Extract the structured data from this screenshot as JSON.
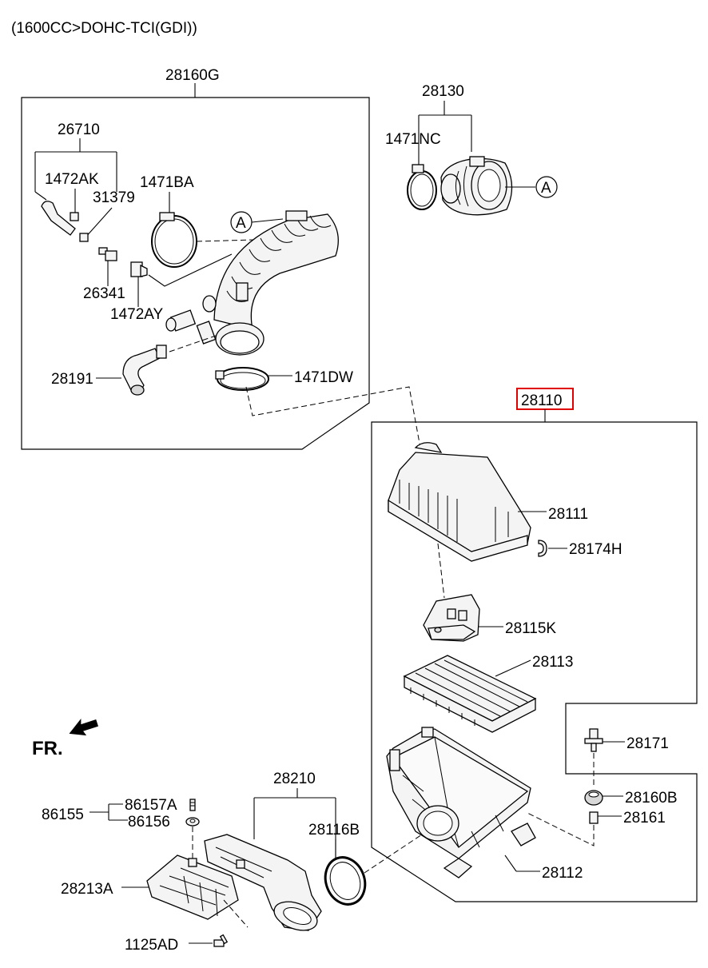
{
  "header": {
    "engine_spec": "(1600CC>DOHC-TCI(GDI))"
  },
  "orientation": {
    "front_label": "FR.",
    "arrow_icon": "front-direction-arrow-icon"
  },
  "highlight": {
    "part_number": "28110",
    "color": "#e00000"
  },
  "callouts": {
    "c28160G": "28160G",
    "c26710": "26710",
    "c1472AK": "1472AK",
    "c31379": "31379",
    "c1471BA": "1471BA",
    "c26341": "26341",
    "c1472AY": "1472AY",
    "c28191": "28191",
    "c1471DW": "1471DW",
    "c28130": "28130",
    "c1471NC": "1471NC",
    "c28110": "28110",
    "c28111": "28111",
    "c28174H": "28174H",
    "c28115K": "28115K",
    "c28113": "28113",
    "c28171": "28171",
    "c28160B": "28160B",
    "c28161": "28161",
    "c28112": "28112",
    "c28210": "28210",
    "c28116B": "28116B",
    "c86155": "86155",
    "c86157A": "86157A",
    "c86156": "86156",
    "c28213A": "28213A",
    "c1125AD": "1125AD"
  },
  "reference_markers": {
    "marker_a1": "A",
    "marker_a2": "A"
  }
}
